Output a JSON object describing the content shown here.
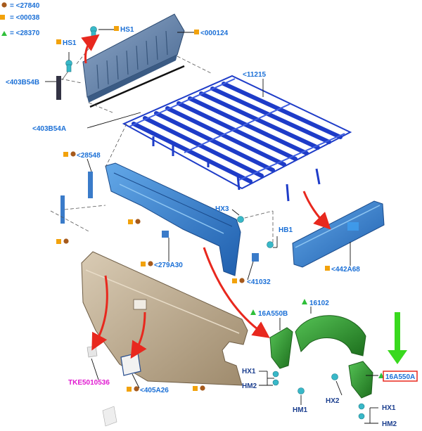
{
  "legend": [
    {
      "text": "= <27840",
      "marker": "sq-circle"
    },
    {
      "text": "= <00038",
      "marker": "square"
    },
    {
      "text": "= <28370",
      "marker": "triangle"
    }
  ],
  "labels": {
    "hs1_top": "HS1",
    "p000124": "<000124",
    "hs1_left": "HS1",
    "p403B54B": "<403B54B",
    "p11215": "<11215",
    "p403B54A": "<403B54A",
    "p28548": "<28548",
    "hx3": "HX3",
    "hb1": "HB1",
    "p279A30": "<279A30",
    "p41032": "<41032",
    "p442A68": "<442A68",
    "p16102": "16102",
    "p16A550B": "16A550B",
    "hx1_left": "HX1",
    "hm2_left": "HM2",
    "hm1": "HM1",
    "hx2": "HX2",
    "p16A550A": "16A550A",
    "hx1_right": "HX1",
    "hm2_right": "HM2",
    "tke": "TKE5010536",
    "p405A26": "<405A26"
  },
  "colors": {
    "label_blue": "#1a6fd6",
    "navy": "#1c3f8f",
    "magenta": "#e018d0",
    "marker_orange": "#f2a20c",
    "marker_brown": "#a65a1c",
    "marker_green": "#2fbf3a",
    "arrow_red": "#e8281e",
    "arrow_green": "#39d91e",
    "tailgate": "#5a7ca8",
    "floor": "#1e3cc8",
    "rail": "#2f7fd0",
    "panel": "#c8b79e",
    "liner": "#2a8f2a",
    "clip": "#38b8c8",
    "highlight_box": "#e8281e"
  }
}
